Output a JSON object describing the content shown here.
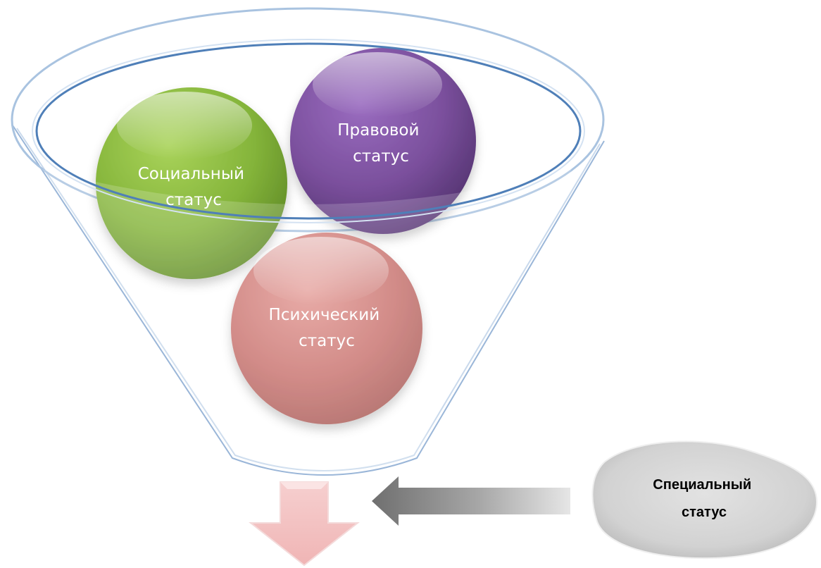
{
  "diagram": {
    "social_status": {
      "line1": "Социальный",
      "line2": "статус"
    },
    "legal_status": {
      "line1": "Правовой",
      "line2": "статус"
    },
    "mental_status": {
      "line1": "Психический",
      "line2": "статус"
    },
    "special_status": {
      "line1": "Специальный",
      "line2": "статус"
    }
  },
  "colors": {
    "social": "#8dba3c",
    "legal": "#7a4f9c",
    "mental": "#c9736f",
    "funnel_outline": "#4f7fb8",
    "special": "#d4d4d4",
    "arrow_gray": "#8c8c8c",
    "down_arrow": "#f3c3c3"
  }
}
